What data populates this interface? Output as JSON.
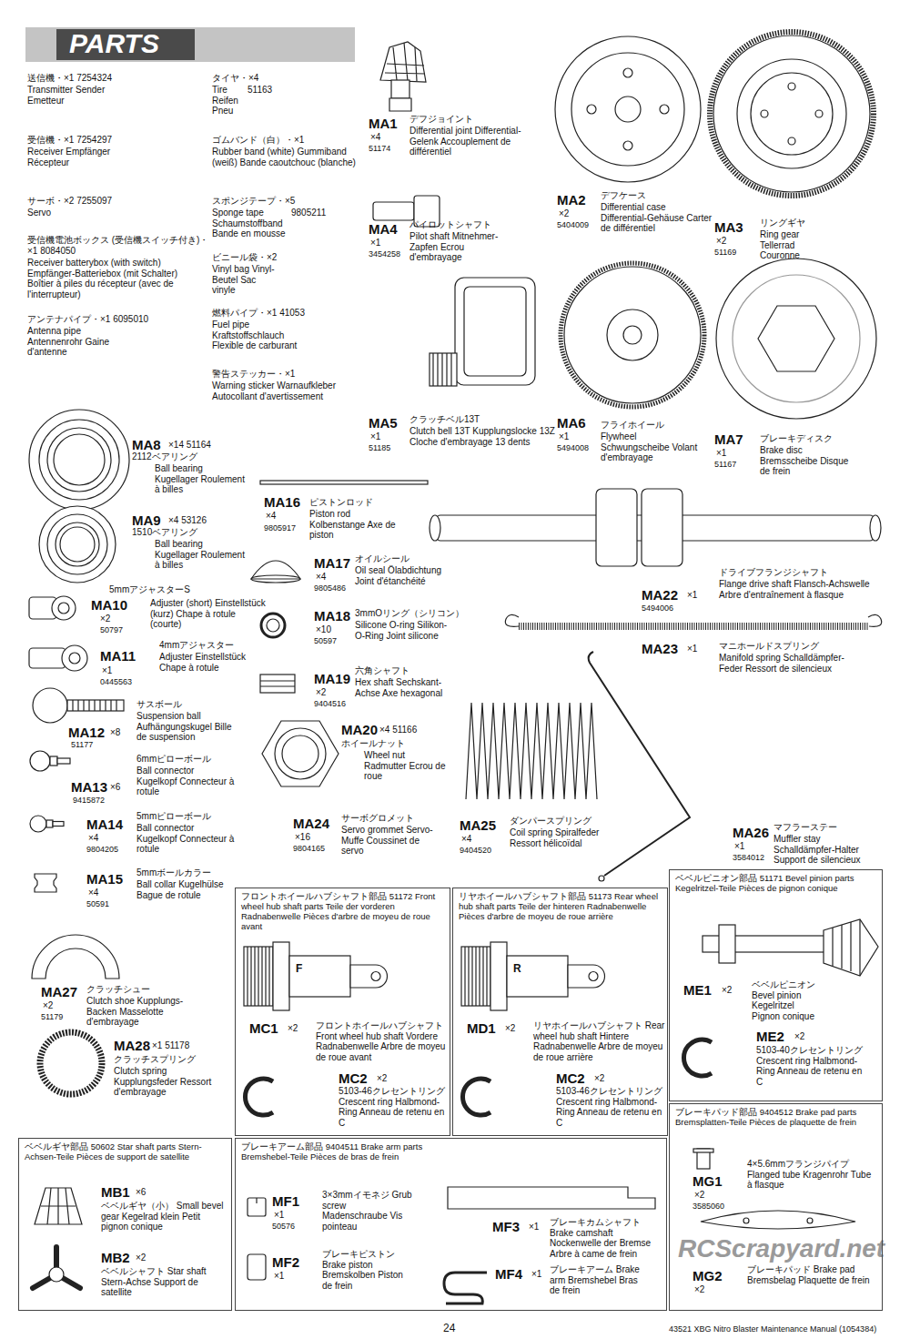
{
  "diagram": {
    "title": "PARTS",
    "nodes": [
      {
        "text": [
          "フロントホイールハブシャフト部品 51172 Front wheel hub shaft parts Teile der vorderen Radnabenwelle Pièces d'arbre de moyeu de roue avant",
          "F",
          "MC1",
          "×2",
          "フロントホイールハブシャフト Front wheel hub shaft Vordere Radnabenwelle Arbre de moyeu de roue avant",
          "MC2",
          "×2",
          "5103-46クレセントリング Crescent ring Halbmond-Ring Anneau de retenu en C"
        ]
      },
      {
        "text": [
          "リヤホイールハブシャフト部品 51173 Rear wheel hub shaft parts Teile der hinteren Radnabenwelle Pièces d'arbre de moyeu de roue arrière",
          "R",
          "MD1",
          "×2",
          "リヤホイールハブシャフト Rear wheel hub shaft Hintere Radnabenwelle Arbre de moyeu de roue arrière",
          "MC2",
          "×2",
          "5103-46クレセントリング Crescent ring Halbmond-Ring Anneau de retenu en C"
        ]
      },
      {
        "text": [
          "ベベルピニオン部品 51171 Bevel pinion parts Kegelritzel-Teile Pièces de pignon conique",
          "ME1",
          "×2",
          "ベベルピニオン Bevel pinion Kegelritzel Pignon conique",
          "ME2",
          "×2",
          "5103-40クレセントリング Crescent ring Halbmond-Ring Anneau de retenu en C"
        ]
      },
      {
        "text": [
          "ベベルギヤ部品 50602 Star shaft parts Stern-Achsen-Teile Pièces de support de satellite",
          "MB1",
          "×6",
          "ベベルギヤ（小） Small bevel gear Kegelrad klein Petit pignon conique",
          "MB2",
          "×2",
          "ベベルシャフト Star shaft Stern-Achse Support de satellite"
        ]
      },
      {
        "text": [
          "ブレーキアーム部品 9404511 Brake arm parts Bremshebel-Teile Pièces de bras de frein",
          "MF1",
          "×1",
          "50576",
          "3×3mmイモネジ Grub screw Madenschraube Vis pointeau",
          "MF2",
          "×1",
          "ブレーキピストン Brake piston Bremskolben Piston de frein",
          "MF3",
          "×1",
          "ブレーキカムシャフト Brake camshaft Nockenwelle der Bremse Arbre à came de frein",
          "MF4",
          "×1",
          "ブレーキアーム Brake arm Bremshebel Bras de frein"
        ]
      },
      {
        "text": [
          "ブレーキパッド部品 9404512 Brake pad parts Bremsplatten-Teile Pièces de plaquette de frein",
          "MG1",
          "×2",
          "3585060",
          "4×5.6mmフランジパイプ Flanged tube Kragenrohr Tube à flasque",
          "MG2",
          "×2",
          "ブレーキパッド Brake pad Bremsbelag Plaquette de frein"
        ]
      }
    ],
    "labels": [
      "送信機・×1 7254324",
      "Transmitter Sender Emetteur",
      "受信機・×1 7254297",
      "Receiver Empfänger Récepteur",
      "サーボ・×2 7255097",
      "Servo",
      "受信機電池ボックス (受信機スイッチ付き)・×1 8084050",
      "Receiver batterybox (with switch) Empfänger-Batteriebox (mit Schalter) Boîtier à piles du récepteur (avec de l'interrupteur)",
      "アンテナパイプ・×1 6095010",
      "Antenna pipe Antennenrohr Gaine d'antenne",
      "タイヤ・×4",
      "Tire Reifen Pneu",
      "51163",
      "ゴムバンド（白）・×1",
      "Rubber band (white) Gummiband (weiß) Bande caoutchouc (blanche)",
      "スポンジテープ・×5",
      "Sponge tape Schaumstoffband Bande en mousse",
      "9805211",
      "ビニール袋・×2",
      "Vinyl bag Vinyl-Beutel Sac vinyle",
      "燃料パイプ・×1 41053",
      "Fuel pipe Kraftstoffschlauch Flexible de carburant",
      "警告ステッカー・×1",
      "Warning sticker Warnaufkleber Autocollant d'avertissement",
      "MA1",
      "×4",
      "51174",
      "デフジョイント",
      "Differential joint Differential-Gelenk Accouplement de différentiel",
      "MA4",
      "×1",
      "3454258",
      "パイロットシャフト",
      "Pilot shaft Mitnehmer-Zapfen Ecrou d'embrayage",
      "MA5",
      "×1",
      "51185",
      "クラッチベル13T",
      "Clutch bell 13T Kupplungslocke 13Z Cloche d'embrayage 13 dents",
      "MA2",
      "×2",
      "5404009",
      "デフケース",
      "Differential case Differential-Gehäuse Carter de différentiel",
      "MA3",
      "×2",
      "51169",
      "リングギヤ",
      "Ring gear Tellerrad Couronne",
      "MA6",
      "×1",
      "5494008",
      "フライホイール",
      "Flywheel Schwungscheibe Volant d'embrayage",
      "MA7",
      "×1",
      "51167",
      "ブレーキディスク",
      "Brake disc Bremsscheibe Disque de frein",
      "MA8",
      "×14 51164",
      "2112ベアリング",
      "Ball bearing Kugellager Roulement à billes",
      "MA9",
      "×4 53126",
      "1510ベアリング",
      "Ball bearing Kugellager Roulement à billes",
      "5mmアジャスターS",
      "MA10",
      "Adjuster (short) Einstellstück (kurz) Chape à rotule (courte)",
      "×2",
      "50797",
      "4mmアジャスター",
      "MA11",
      "Adjuster Einstellstück Chape à rotule",
      "×1",
      "0445563",
      "サスボール",
      "Suspension ball Aufhängungskugel Bille de suspension",
      "MA12",
      "×8",
      "6mmピローボール",
      "Ball connector Kugelkopf Connecteur à rotule",
      "MA13",
      "×6",
      "9415872",
      "5mmピローボール",
      "MA14",
      "Ball connector Kugelkopf Connecteur à rotule",
      "×4",
      "9804205",
      "5mmボールカラー",
      "MA15",
      "Ball collar Kugelhülse Bague de rotule",
      "×4",
      "50591",
      "MA16",
      "ピストンロッド",
      "×4",
      "Piston rod Kolbenstange Axe de piston",
      "9805917",
      "MA17",
      "オイルシール",
      "×4",
      "Oil seal Ölabdichtung Joint d'étanchéité",
      "9805486",
      "MA18",
      "3mmOリング（シリコン）",
      "×10",
      "Silicone O-ring Silikon-O-Ring Joint silicone",
      "50597",
      "六角シャフト",
      "MA19",
      "Hex shaft Sechskant-Achse Axe hexagonal",
      "×2",
      "9404516",
      "MA20",
      "×4 51166",
      "ホイールナット",
      "Wheel nut Radmutter Ecrou de roue",
      "ドライブフランジシャフト",
      "MA22",
      "×1",
      "Flange drive shaft Flansch-Achswelle Arbre d'entraînement à flasque",
      "5494006",
      "MA23",
      "×1",
      "マニホールドスプリング",
      "Manifold spring Schalldämpfer-Feder Ressort de silencieux",
      "サーボグロメット",
      "MA24",
      "Servo grommet Servo-Muffe Coussinet de servo",
      "×16",
      "9804165",
      "MA25",
      "×4",
      "9404520",
      "ダンパースプリング",
      "Coil spring Spiralfeder Ressort hélicoïdal",
      "MA26",
      "×1",
      "3584012",
      "マフラーステー",
      "Muffler stay Schalldämpfer-Halter Support de silencieux",
      "MA27",
      "×2",
      "51179",
      "クラッチシュー",
      "Clutch shoe Kupplungs-Backen Masselotte d'embrayage",
      "MA28",
      "×1 51178",
      "クラッチスプリング",
      "Clutch spring Kupplungsfeder Ressort d'embrayage",
      "24",
      "43521 XBG Nitro Blaster Maintenance Manual (1054384)",
      "RCScrapyard.net",
      "51177"
    ]
  }
}
